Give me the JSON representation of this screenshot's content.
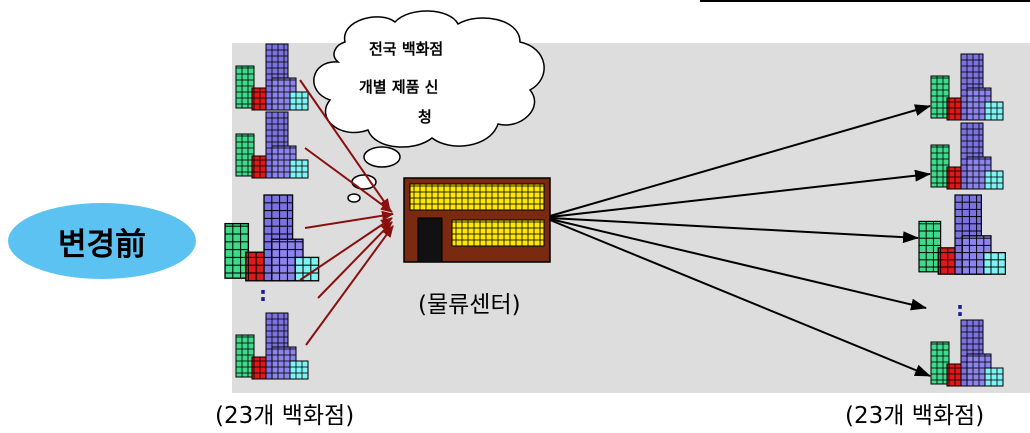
{
  "badge": {
    "label": "변경前",
    "color": "#5cc2f2"
  },
  "cloud": {
    "line1": "전국 백화점",
    "line2": "개별 제품 신",
    "line3": "청"
  },
  "center": {
    "label": "(물류센터)"
  },
  "left_group": {
    "label": "(23개 백화점)",
    "ellipsis": ":"
  },
  "right_group": {
    "label": "(23개 백화점)",
    "ellipsis": ":"
  },
  "colors": {
    "panel": "#dddddd",
    "inbound_arrow": "#8b0f0f",
    "outbound_arrow": "#000000",
    "warehouse_body": "#7a2a10",
    "warehouse_window": "#ffe800",
    "tower_blue": "#7b72e0",
    "building_green": "#3fd98a",
    "building_red": "#e01818",
    "building_cyan": "#7ff3f3"
  }
}
